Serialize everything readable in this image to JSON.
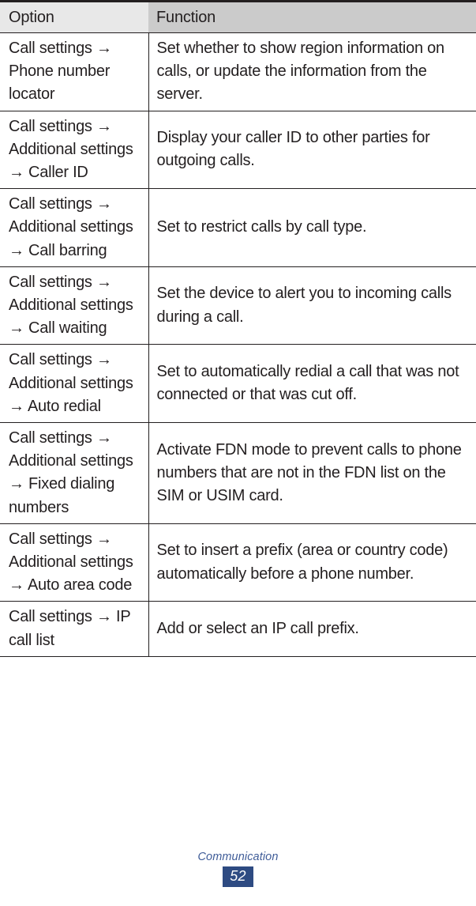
{
  "table": {
    "columns": [
      "Option",
      "Function"
    ],
    "rows": [
      {
        "option": "Call settings → Phone number locator",
        "function": "Set whether to show region information on calls, or update the information from the server."
      },
      {
        "option": "Call settings → Additional settings → Caller ID",
        "function": "Display your caller ID to other parties for outgoing calls."
      },
      {
        "option": "Call settings → Additional settings → Call barring",
        "function": "Set to restrict calls by call type."
      },
      {
        "option": "Call settings → Additional settings → Call waiting",
        "function": "Set the device to alert you to incoming calls during a call."
      },
      {
        "option": "Call settings → Additional settings → Auto redial",
        "function": "Set to automatically redial a call that was not connected or that was cut off."
      },
      {
        "option": "Call settings → Additional settings → Fixed dialing numbers",
        "function": "Activate FDN mode to prevent calls to phone numbers that are not in the FDN list on the SIM or USIM card."
      },
      {
        "option": "Call settings → Additional settings → Auto area code",
        "function": "Set to insert a prefix (area or country code) automatically before a phone number."
      },
      {
        "option": "Call settings → IP call list",
        "function": "Add or select an IP call prefix."
      }
    ]
  },
  "footer": {
    "section": "Communication",
    "page_number": "52"
  },
  "colors": {
    "option_header_bg": "#e8e8e8",
    "function_header_bg": "#cbcbcb",
    "rule": "#231f20",
    "text": "#231f20",
    "footer_text": "#3f5c98",
    "page_badge_bg": "#2e4b82",
    "page_badge_text": "#ffffff"
  }
}
